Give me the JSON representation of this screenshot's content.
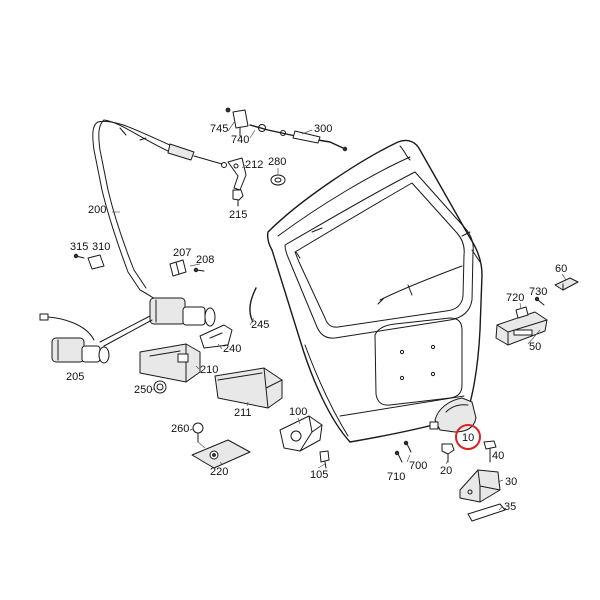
{
  "highlight_color": "#e02020",
  "callouts": {
    "p745": "745",
    "p740": "740",
    "p300": "300",
    "p212": "212",
    "p280": "280",
    "p215": "215",
    "p200": "200",
    "p315": "315",
    "p310": "310",
    "p207": "207",
    "p208": "208",
    "p60": "60",
    "p720": "720",
    "p730": "730",
    "p245": "245",
    "p240": "240",
    "p50": "50",
    "p205": "205",
    "p210": "210",
    "p250": "250",
    "p211": "211",
    "p100": "100",
    "p260": "260",
    "p10": "10",
    "p40": "40",
    "p220": "220",
    "p700": "700",
    "p20": "20",
    "p710": "710",
    "p105": "105",
    "p30": "30",
    "p35": "35"
  }
}
